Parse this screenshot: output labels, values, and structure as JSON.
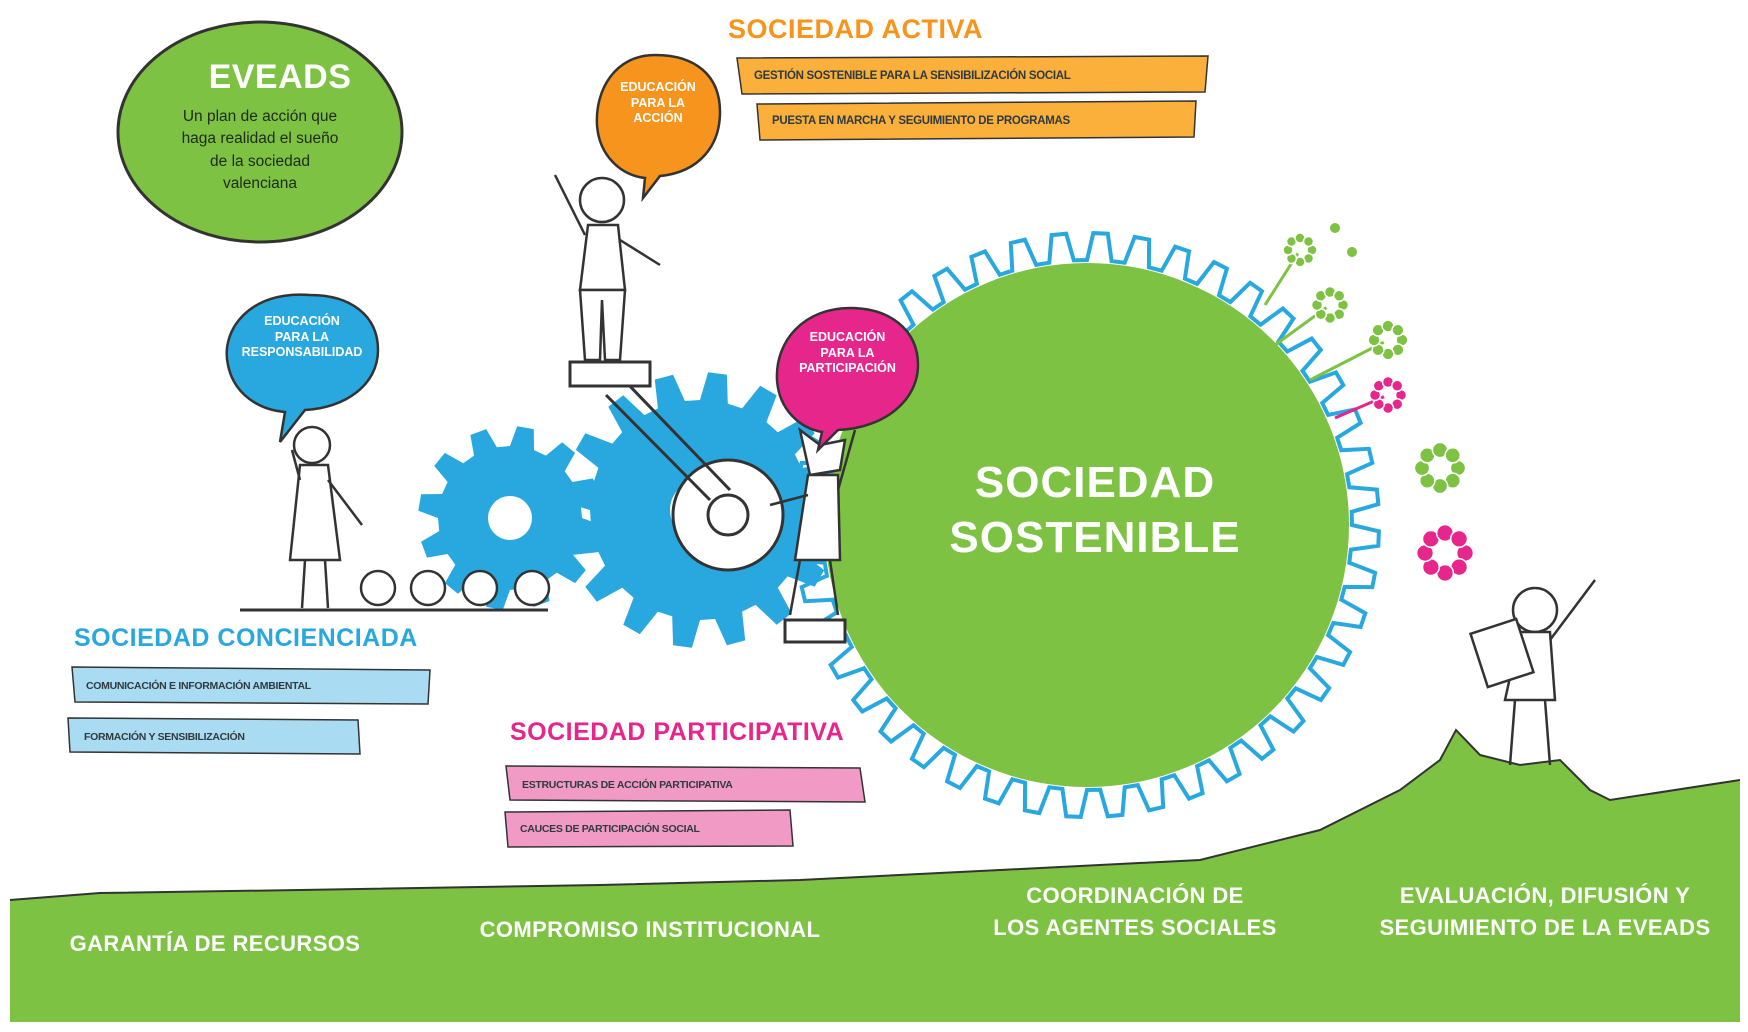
{
  "eveads": {
    "title": "EVEADS",
    "line1": "Un plan de acción que",
    "line2": "haga realidad el sueño",
    "line3": "de la sociedad",
    "line4": "valenciana"
  },
  "bubbles": {
    "responsabilidad": [
      "EDUCACIÓN",
      "PARA LA",
      "RESPONSABILIDAD"
    ],
    "accion": [
      "EDUCACIÓN",
      "PARA LA",
      "ACCIÓN"
    ],
    "participacion": [
      "EDUCACIÓN",
      "PARA LA",
      "PARTICIPACIÓN"
    ]
  },
  "center": {
    "line1": "SOCIEDAD",
    "line2": "SOSTENIBLE"
  },
  "sociedad_activa": {
    "heading": "SOCIEDAD ACTIVA",
    "items": [
      "GESTIÓN SOSTENIBLE PARA LA SENSIBILIZACIÓN SOCIAL",
      "PUESTA EN MARCHA Y SEGUIMIENTO DE PROGRAMAS"
    ]
  },
  "sociedad_concienciada": {
    "heading": "SOCIEDAD CONCIENCIADA",
    "items": [
      "COMUNICACIÓN E INFORMACIÓN AMBIENTAL",
      "FORMACIÓN Y SENSIBILIZACIÓN"
    ]
  },
  "sociedad_participativa": {
    "heading": "SOCIEDAD PARTICIPATIVA",
    "items": [
      "ESTRUCTURAS DE ACCIÓN PARTICIPATIVA",
      "CAUCES DE PARTICIPACIÓN SOCIAL"
    ]
  },
  "ground": {
    "label1": "GARANTÍA DE RECURSOS",
    "label2": "COMPROMISO INSTITUCIONAL",
    "label3_line1": "COORDINACIÓN DE",
    "label3_line2": "LOS AGENTES SOCIALES",
    "label4_line1": "EVALUACIÓN, DIFUSIÓN Y",
    "label4_line2": "SEGUIMIENTO DE LA EVEADS"
  },
  "colors": {
    "green": "#7dc242",
    "blue": "#29a8df",
    "orange": "#f7941d",
    "magenta": "#e6268a",
    "light_blue": "#a9dcf2",
    "pink": "#f29ac6",
    "orange_tag": "#fbb03b"
  },
  "icons": [
    "gear-icon",
    "person-icon",
    "speech-bubble-icon",
    "flower-icon",
    "map-icon"
  ]
}
